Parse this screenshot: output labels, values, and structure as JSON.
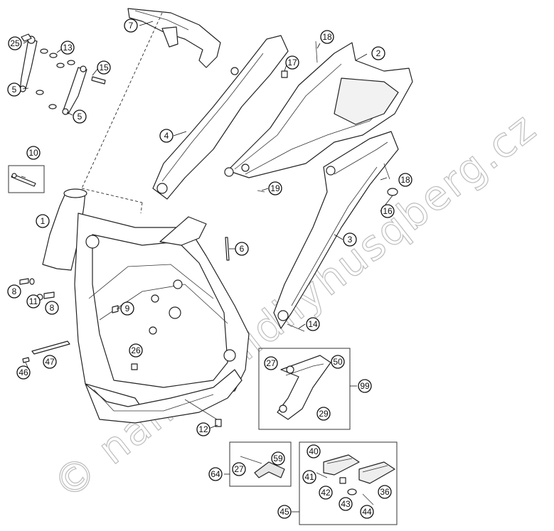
{
  "watermark": "© nahradnidilyhusqberg.cz",
  "callouts": {
    "c1": "1",
    "c2": "2",
    "c3": "3",
    "c4": "4",
    "c5a": "5",
    "c5b": "5",
    "c6": "6",
    "c7": "7",
    "c8a": "8",
    "c8b": "8",
    "c9": "9",
    "c10": "10",
    "c11": "11",
    "c12": "12",
    "c13": "13",
    "c14": "14",
    "c15": "15",
    "c16": "16",
    "c17": "17",
    "c18a": "18",
    "c18b": "18",
    "c19": "19",
    "c25": "25",
    "c26": "26",
    "c27a": "27",
    "c27b": "27",
    "c29": "29",
    "c36": "36",
    "c40": "40",
    "c41": "41",
    "c42": "42",
    "c43": "43",
    "c44": "44",
    "c45": "45",
    "c46": "46",
    "c47": "47",
    "c50": "50",
    "c59": "59",
    "c64": "64",
    "c99": "99"
  }
}
